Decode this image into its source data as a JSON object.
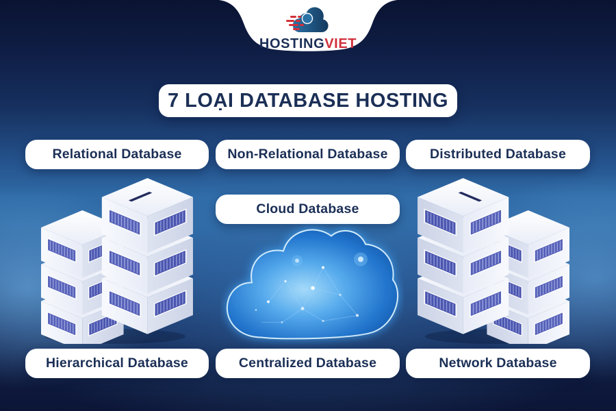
{
  "brand": {
    "hosting": "HOSTING",
    "viet": "VIET",
    "logo_icon": "cloud-speed-icon"
  },
  "title": {
    "text": "7 LOẠI DATABASE HOSTING"
  },
  "labels": [
    {
      "id": "relational",
      "text": "Relational Database"
    },
    {
      "id": "non-relational",
      "text": "Non-Relational Database"
    },
    {
      "id": "distributed",
      "text": "Distributed Database"
    },
    {
      "id": "cloud",
      "text": "Cloud Database"
    },
    {
      "id": "hierarchical",
      "text": "Hierarchical Database"
    },
    {
      "id": "centralized",
      "text": "Centralized Database"
    },
    {
      "id": "network",
      "text": "Network Database"
    }
  ],
  "illustrations": [
    "server-stack-left",
    "digital-cloud-center",
    "server-stack-right"
  ],
  "colors": {
    "navy_text": "#1b2f56",
    "brand_red": "#d0303c",
    "brand_blue": "#1c5c8d",
    "pill_bg": "#ffffff",
    "bg_dark": "#0a1332",
    "bg_mid_blue": "#2f6ba7",
    "server_vent_blue": "#5560b8",
    "cloud_glow": "#6ecbff"
  }
}
